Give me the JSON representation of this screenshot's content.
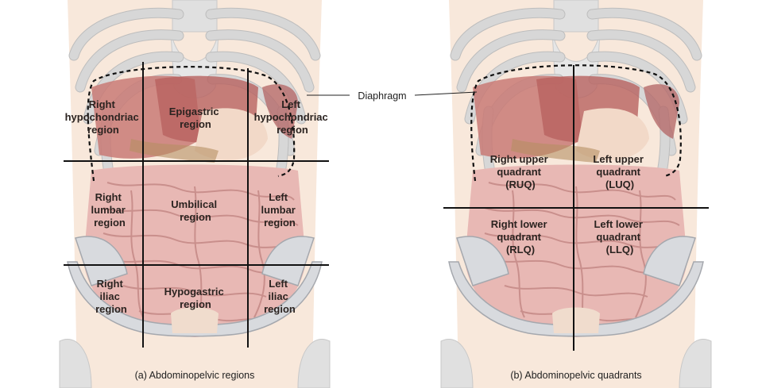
{
  "panel_a": {
    "caption": "(a) Abdominopelvic regions",
    "regions": [
      {
        "lines": [
          "Right",
          "hypochondriac",
          "region"
        ]
      },
      {
        "lines": [
          "Epigastric",
          "region"
        ]
      },
      {
        "lines": [
          "Left",
          "hypochondriac",
          "region"
        ]
      },
      {
        "lines": [
          "Right",
          "lumbar",
          "region"
        ]
      },
      {
        "lines": [
          "Umbilical",
          "region"
        ]
      },
      {
        "lines": [
          "Left",
          "lumbar",
          "region"
        ]
      },
      {
        "lines": [
          "Right",
          "iliac",
          "region"
        ]
      },
      {
        "lines": [
          "Hypogastric",
          "region"
        ]
      },
      {
        "lines": [
          "Left",
          "iliac",
          "region"
        ]
      }
    ]
  },
  "panel_b": {
    "caption": "(b) Abdominopelvic quadrants",
    "quadrants": [
      {
        "lines": [
          "Right upper",
          "quadrant",
          "(RUQ)"
        ]
      },
      {
        "lines": [
          "Left upper",
          "quadrant",
          "(LUQ)"
        ]
      },
      {
        "lines": [
          "Right lower",
          "quadrant",
          "(RLQ)"
        ]
      },
      {
        "lines": [
          "Left lower",
          "quadrant",
          "(LLQ)"
        ]
      }
    ]
  },
  "diaphragm_label": "Diaphragm",
  "colors": {
    "skin": "#f7e6d8",
    "bone": "#e2e2e2",
    "organ_dark": "#c06b6b",
    "intestine": "#e6b3b0",
    "pelvis": "#d4d6da"
  }
}
